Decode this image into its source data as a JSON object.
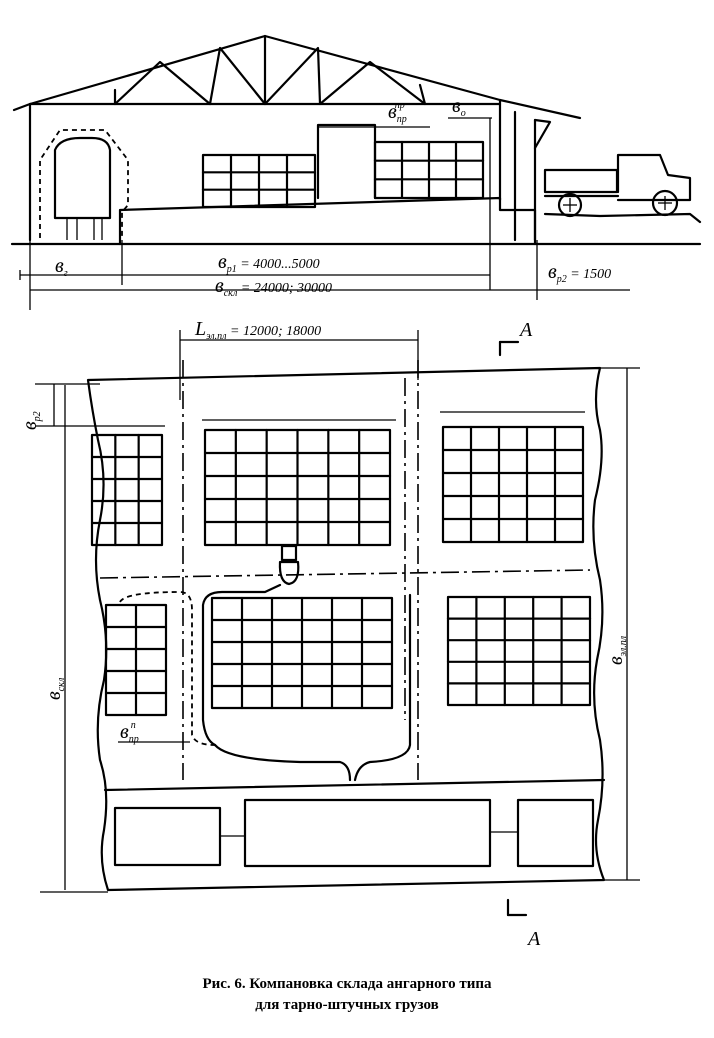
{
  "labels": {
    "b_g": "в",
    "b_g_sub": "г",
    "b_pr_top": "в",
    "b_pr_top_sub": "пр",
    "b_pr_top_sup": "пр",
    "b_o": "в",
    "b_o_sub": "о",
    "b_p1": "в",
    "b_p1_sub": "р1",
    "b_p1_val": " = 4000...5000",
    "b_skl": "в",
    "b_skl_sub": "скл",
    "b_skl_val": " = 24000; 30000",
    "b_p2": "в",
    "b_p2_sub": "р2",
    "b_p2_val": " = 1500",
    "l_span": "L",
    "l_span_sub": "эл.пл",
    "l_span_val": " = 12000; 18000",
    "section_a_top": "А",
    "section_a_bottom": "А",
    "b_p2_plan": "в",
    "b_p2_plan_sub": "р2",
    "b_skl_plan": "в",
    "b_skl_plan_sub": "скл",
    "b_el_pl": "в",
    "b_el_pl_sub": "эл.пл",
    "b_pr_plan": "в",
    "b_pr_plan_sub": "пр",
    "b_pr_plan_sup": "п"
  },
  "caption": {
    "line1": "Рис. 6.  Компановка склада ангарного типа",
    "line2": "для тарно-штучных грузов"
  }
}
